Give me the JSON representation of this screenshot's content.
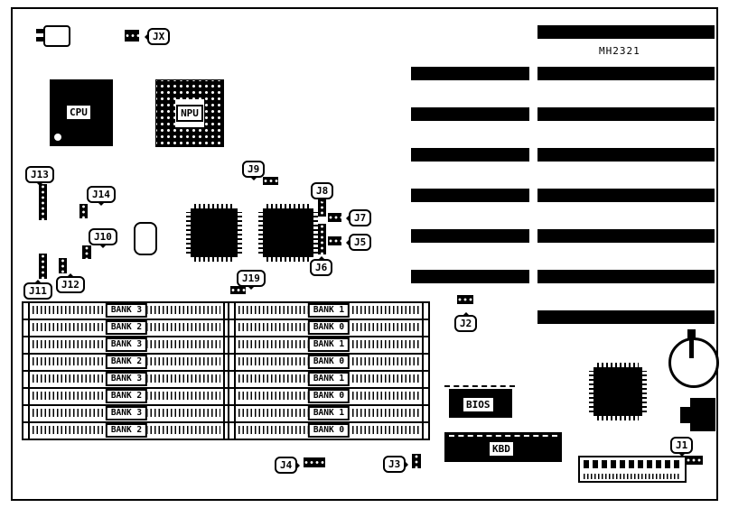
{
  "board": {
    "model": "MH2321"
  },
  "colors": {
    "ink": "#000000",
    "paper": "#ffffff"
  },
  "chips": {
    "cpu": "CPU",
    "npu": "NPU",
    "bios": "BIOS",
    "kbd": "KBD"
  },
  "jumpers": {
    "jx": "JX",
    "j1": "J1",
    "j2": "J2",
    "j3": "J3",
    "j4": "J4",
    "j5": "J5",
    "j6": "J6",
    "j7": "J7",
    "j8": "J8",
    "j9": "J9",
    "j10": "J10",
    "j11": "J11",
    "j12": "J12",
    "j13": "J13",
    "j14": "J14",
    "j19": "J19"
  },
  "memory": {
    "left_banks": [
      "BANK 3",
      "BANK 2",
      "BANK 3",
      "BANK 2",
      "BANK 3",
      "BANK 2",
      "BANK 3",
      "BANK 2"
    ],
    "right_banks": [
      "BANK 1",
      "BANK 0",
      "BANK 1",
      "BANK 0",
      "BANK 1",
      "BANK 0",
      "BANK 1",
      "BANK 0"
    ]
  }
}
